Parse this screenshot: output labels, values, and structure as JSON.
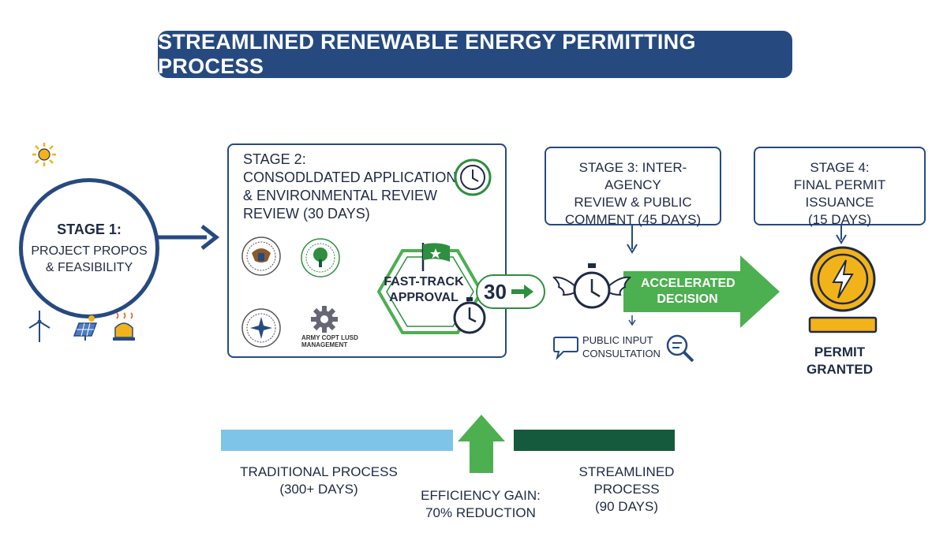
{
  "title": "STREAMLINED RENEWABLE ENERGY PERMITTING PROCESS",
  "stage1": {
    "heading": "STAGE 1:",
    "line1": "PROJECT PROPOS",
    "line2": "& FEASIBILITY"
  },
  "stage2": {
    "line1": "STAGE 2:",
    "line2": "CONSODLDATED APPLICATION",
    "line3": "& ENVIRONMENTAL REVIEW",
    "line4": "REVIEW (30 DAYS)",
    "agency_label_line1": "ARMY COPT LUSD",
    "agency_label_line2": "MANAGEMENT",
    "fast_track_line1": "FAST-TRACK",
    "fast_track_line2": "APPROVAL",
    "badge": "30"
  },
  "stage3": {
    "line1": "STAGE 3: INTER-AGENCY",
    "line2": "REVIEW & PUBLIC",
    "line3": "COMMENT (45 DAYS)",
    "accelerated_line1": "ACCELERATED",
    "accelerated_line2": "DECISION",
    "public_input_line1": "PUBLIC INPUT",
    "public_input_line2": "CONSULTATION"
  },
  "stage4": {
    "line1": "STAGE 4:",
    "line2": "FINAL PERMIT ISSUANCE",
    "line3": "(15 DAYS)",
    "permit_line1": "PERMIT",
    "permit_line2": "GRANTED"
  },
  "comparison": {
    "traditional_line1": "TRADITIONAL PROCESS",
    "traditional_line2": "(300+ DAYS)",
    "streamlined_line1": "STREAMLINED PROCESS",
    "streamlined_line2": "(90 DAYS)",
    "efficiency_line1": "EFFICIENCY GAIN:",
    "efficiency_line2": "70% REDUCTION"
  },
  "icons": [
    "sun-icon",
    "wind-turbine-icon",
    "solar-panel-icon",
    "geothermal-icon",
    "clock-icon",
    "government-seal-icon",
    "tree-seal-icon",
    "compass-seal-icon",
    "gear-icon",
    "flag-icon",
    "stopwatch-icon",
    "winged-stopwatch-icon",
    "speech-bubble-icon",
    "magnifier-icon",
    "lightning-bolt-icon"
  ],
  "colors": {
    "navy": "#264a80",
    "green": "#2f8e3f",
    "bright_green": "#4caf50",
    "light_blue": "#7ec4e8",
    "dark_green": "#155a3d",
    "gold": "#f2b31a"
  }
}
